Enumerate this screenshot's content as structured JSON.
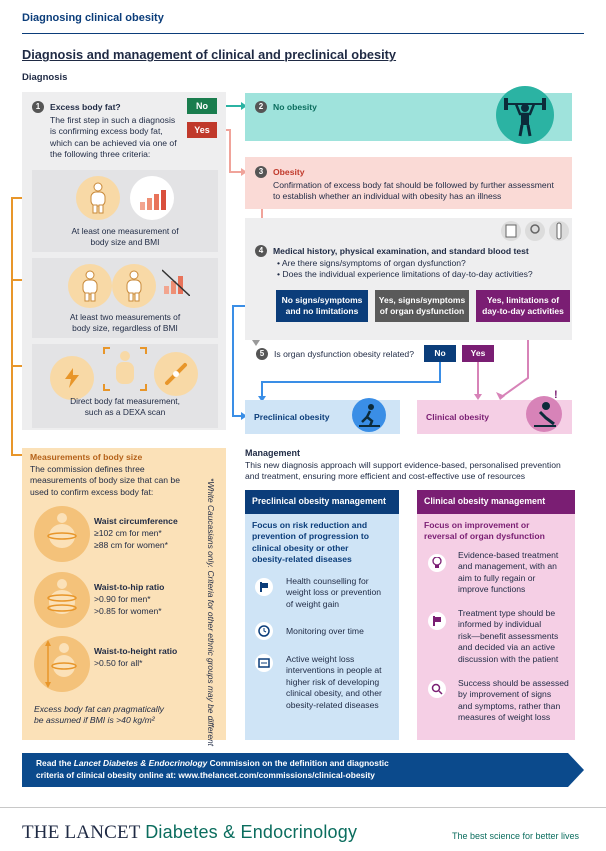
{
  "header": {
    "section": "Diagnosing clinical obesity",
    "title": "Diagnosis and management of clinical and preclinical obesity",
    "diagnosis_label": "Diagnosis"
  },
  "step1": {
    "num": "1",
    "title": "Excess body fat?",
    "lines": [
      "The first step in such a diagnosis",
      "is confirming excess body fat,",
      "which can be achieved via one of",
      "the following three criteria:"
    ],
    "criteria": [
      {
        "lines": [
          "At least one measurement of",
          "body size and BMI"
        ]
      },
      {
        "lines": [
          "At least two measurements of",
          "body size, regardless of BMI"
        ]
      },
      {
        "lines": [
          "Direct body fat measurement,",
          "such as a DEXA scan"
        ]
      }
    ]
  },
  "decision": {
    "no": "No",
    "yes": "Yes"
  },
  "step2": {
    "num": "2",
    "title": "No obesity"
  },
  "step3": {
    "num": "3",
    "title": "Obesity",
    "lines": [
      "Confirmation of excess body fat should be followed by further assessment",
      "to establish whether an individual with obesity has an illness"
    ]
  },
  "step4": {
    "num": "4",
    "title": "Medical history, physical examination, and standard blood test",
    "bullets": [
      "Are there signs/symptoms of organ dysfunction?",
      "Does the individual experience limitations of day-to-day activities?"
    ],
    "outcomes": [
      {
        "lines": [
          "No signs/symptoms",
          "and no limitations"
        ]
      },
      {
        "lines": [
          "Yes, signs/symptoms",
          "of organ dysfunction"
        ]
      },
      {
        "lines": [
          "Yes, limitations of",
          "day-to-day activities"
        ]
      }
    ]
  },
  "step5": {
    "num": "5",
    "question": "Is organ dysfunction obesity related?",
    "no": "No",
    "yes": "Yes"
  },
  "results": {
    "preclinical": "Preclinical obesity",
    "clinical": "Clinical obesity"
  },
  "measurements": {
    "title": "Measurements of body size",
    "lines": [
      "The commission defines three",
      "measurements of body size that can be",
      "used to confirm excess body fat:"
    ],
    "items": [
      {
        "title": "Waist circumference",
        "l1": "≥102 cm for men*",
        "l2": "≥88 cm for women*"
      },
      {
        "title": "Waist-to-hip ratio",
        "l1": ">0.90 for men*",
        "l2": ">0.85 for women*"
      },
      {
        "title": "Waist-to-height ratio",
        "l1": ">0.50 for all*",
        "l2": ""
      }
    ],
    "note_l1": "Excess body fat can pragmatically",
    "note_l2": "be assumed if BMI is >40 kg/m²",
    "vertical_note": "*White Caucasians only. Criteria for other ethnic groups may be different"
  },
  "management": {
    "title": "Management",
    "lines": [
      "This new diagnosis approach will support evidence-based, personalised prevention",
      "and treatment, ensuring more efficient and cost-effective use of resources"
    ],
    "preclinical": {
      "head": "Preclinical obesity management",
      "focus": [
        "Focus on risk reduction and",
        "prevention of progression to",
        "clinical obesity or other",
        "obesity-related diseases"
      ],
      "items": [
        {
          "lines": [
            "Health counselling for",
            "weight loss or prevention",
            "of weight gain"
          ]
        },
        {
          "lines": [
            "Monitoring over time"
          ]
        },
        {
          "lines": [
            "Active weight loss",
            "interventions in people at",
            "higher risk of developing",
            "clinical obesity, and other",
            "obesity-related diseases"
          ]
        }
      ]
    },
    "clinical": {
      "head": "Clinical obesity management",
      "focus": [
        "Focus on improvement or",
        "reversal of organ dysfunction"
      ],
      "items": [
        {
          "lines": [
            "Evidence-based treatment",
            "and management, with an",
            "aim to fully regain or",
            "improve functions"
          ]
        },
        {
          "lines": [
            "Treatment type should be",
            "informed by individual",
            "risk—benefit assessments",
            "and decided via an active",
            "discussion with the patient"
          ]
        },
        {
          "lines": [
            "Success should be assessed",
            "by improvement of signs",
            "and symptoms, rather than",
            "measures of weight loss"
          ]
        }
      ]
    }
  },
  "banner": {
    "l1_a": "Read the ",
    "l1_b": "Lancet Diabetes & Endocrinology",
    "l1_c": " Commission on the definition and diagnostic",
    "l2": "criteria of clinical obesity online at: www.thelancet.com/commissions/clinical-obesity"
  },
  "footer": {
    "brand": "THE LANCET",
    "journal": "Diabetes & Endocrinology",
    "tagline": "The best science for better lives"
  },
  "colors": {
    "navy": "#0b3d7a",
    "red": "#c0392b",
    "green": "#1a7d4e",
    "purple": "#7a1e73",
    "orange": "#e8962a",
    "teal": "#2bb3a3"
  }
}
